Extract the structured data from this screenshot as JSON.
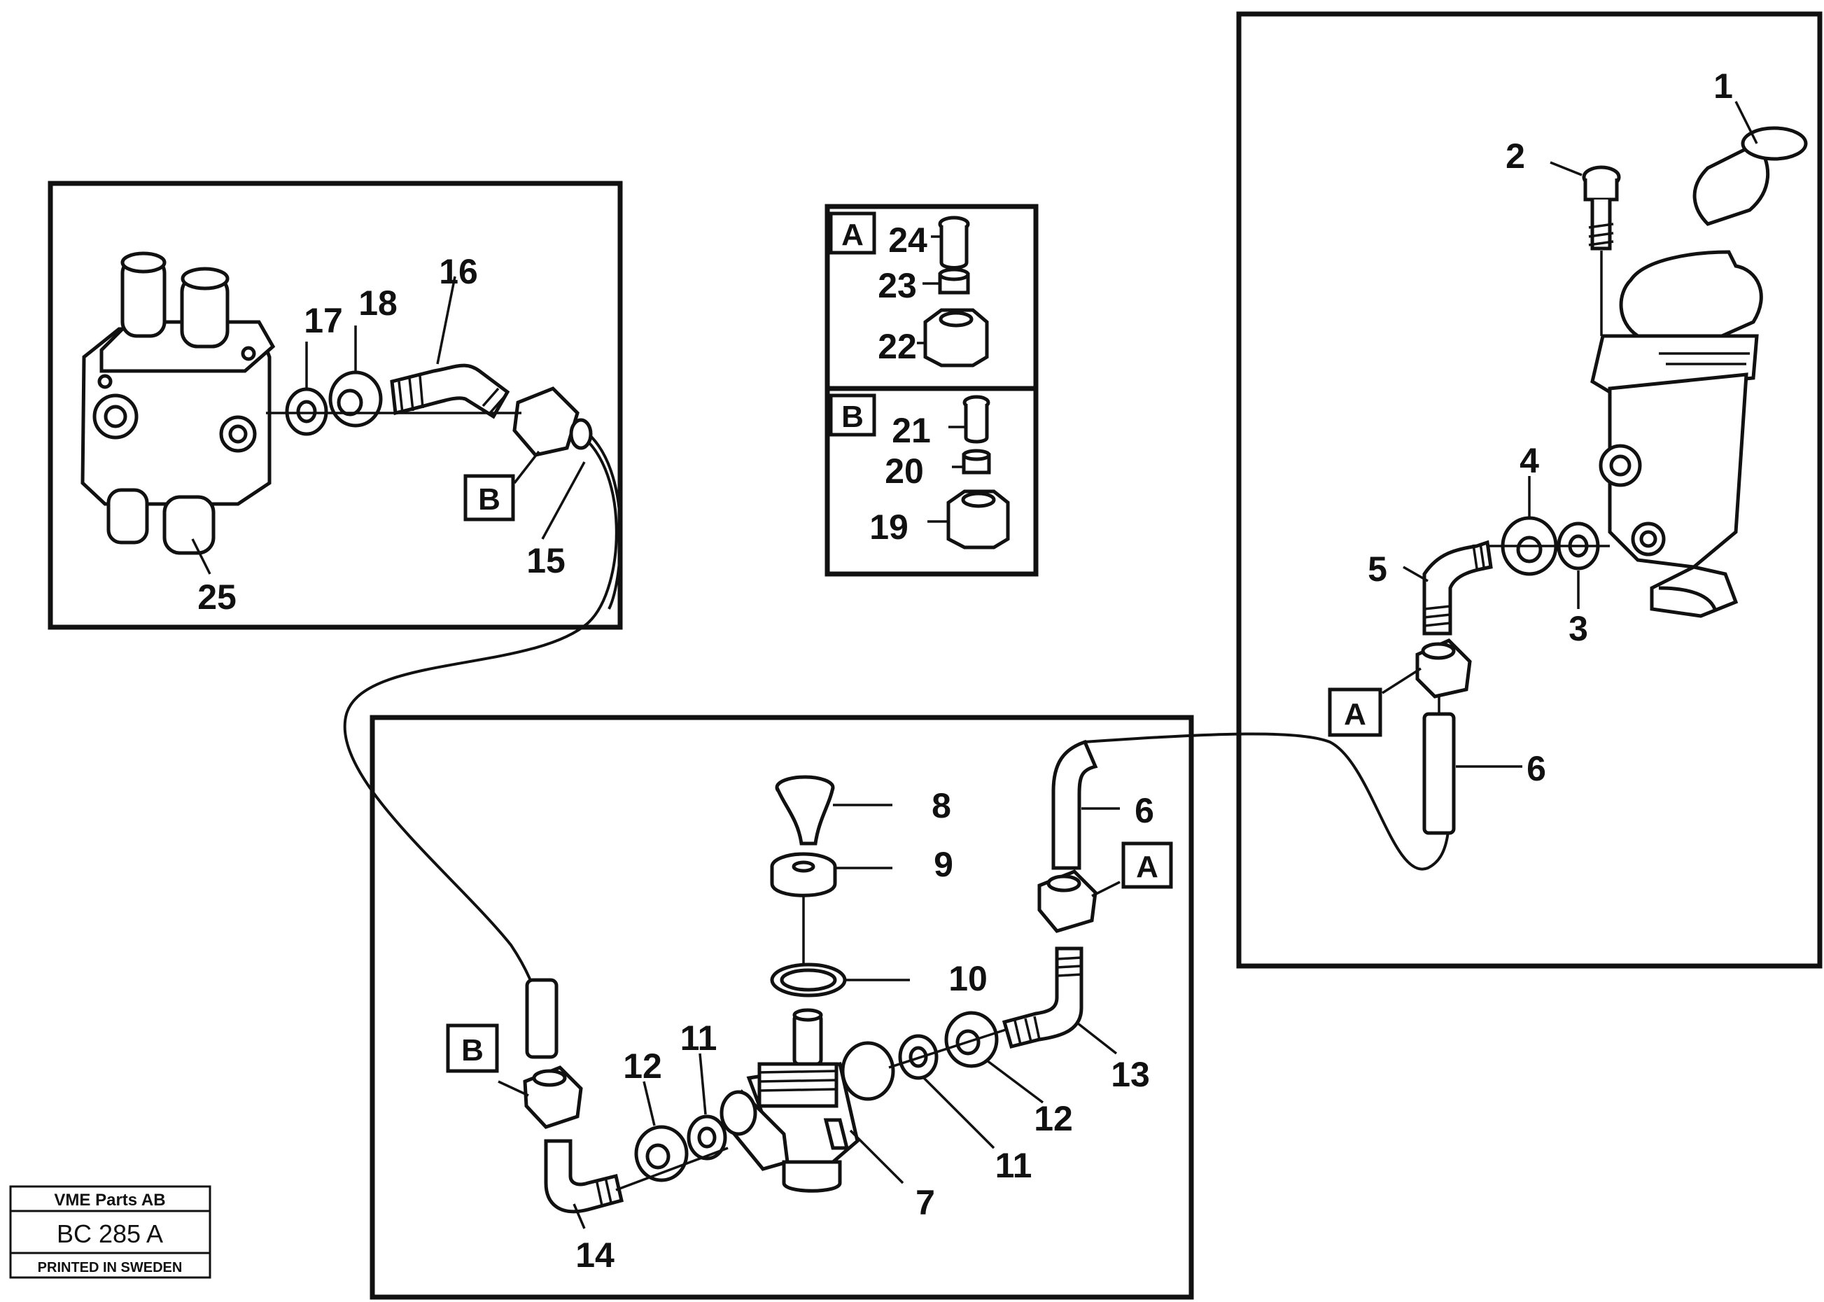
{
  "labels": {
    "p1": "1",
    "p2": "2",
    "p3": "3",
    "p4": "4",
    "p5": "5",
    "p6a": "6",
    "p6b": "6",
    "p7": "7",
    "p8": "8",
    "p9": "9",
    "p10": "10",
    "p11a": "11",
    "p11b": "11",
    "p12a": "12",
    "p12b": "12",
    "p13": "13",
    "p14": "14",
    "p15": "15",
    "p16": "16",
    "p17": "17",
    "p18": "18",
    "p19": "19",
    "p20": "20",
    "p21": "21",
    "p22": "22",
    "p23": "23",
    "p24": "24",
    "p25": "25"
  },
  "callouts": {
    "a": "A",
    "b": "B"
  },
  "stamp": {
    "company": "VME Parts AB",
    "code": "BC 285 A",
    "printed": "PRINTED IN SWEDEN"
  }
}
